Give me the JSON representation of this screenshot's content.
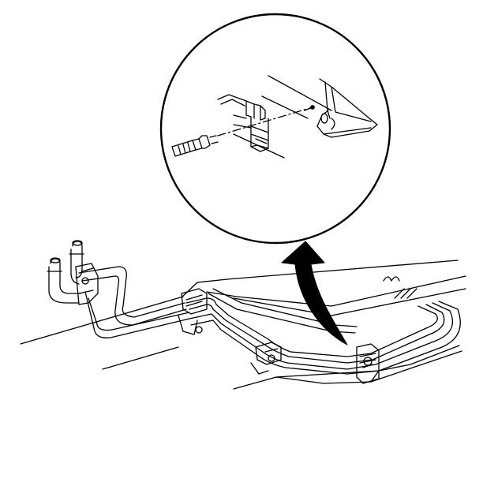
{
  "diagram": {
    "type": "technical-line-illustration",
    "colors": {
      "stroke": "#000000",
      "background": "#ffffff"
    },
    "components": [
      "detail-magnifier-circle",
      "bolt",
      "clip-bracket",
      "frame-rail-bracket",
      "pointer-arrow",
      "coupling-fittings",
      "pipe-bundle",
      "vehicle-frame-rails",
      "pipe-clips"
    ]
  }
}
